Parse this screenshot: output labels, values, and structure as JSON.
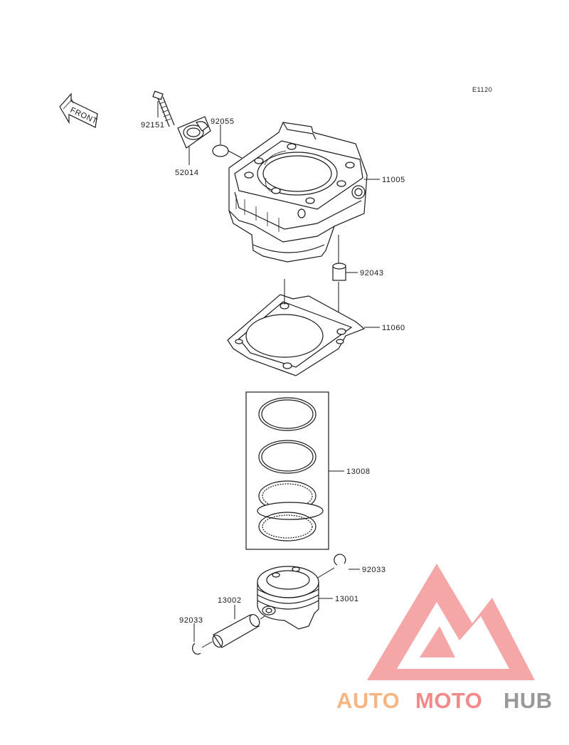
{
  "diagram_code": "E1120",
  "front_label": "FRONT",
  "parts": {
    "p92151": "92151",
    "p92055": "92055",
    "p52014": "52014",
    "p11005": "11005",
    "p92043": "92043",
    "p11060": "11060",
    "p13008": "13008",
    "p92033_upper": "92033",
    "p13001": "13001",
    "p13002": "13002",
    "p92033_lower": "92033"
  },
  "watermark": {
    "brand_a": "AUTO",
    "brand_b": "MOTO",
    "brand_c": "HUB",
    "color_orange": "#F7B27A",
    "color_red": "#F47C7C",
    "color_gray": "#8C8C8C"
  }
}
